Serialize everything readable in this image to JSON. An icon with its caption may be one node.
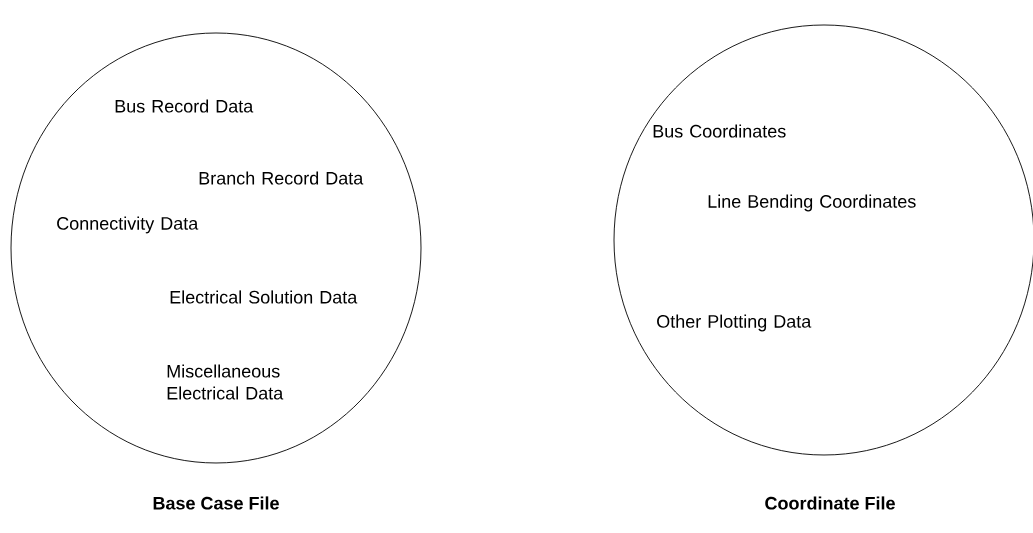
{
  "diagram": {
    "nodes": [
      {
        "text": [
          "Bus Record Data",
          "Branch Record Data",
          "Connectivity Data",
          "Electrical Solution Data",
          "Miscellaneous Electrical Data",
          "Base Case File"
        ]
      },
      {
        "text": [
          "Bus Coordinates",
          "Line Bending Coordinates",
          "Other Plotting Data",
          "Coordinate File"
        ]
      }
    ]
  }
}
